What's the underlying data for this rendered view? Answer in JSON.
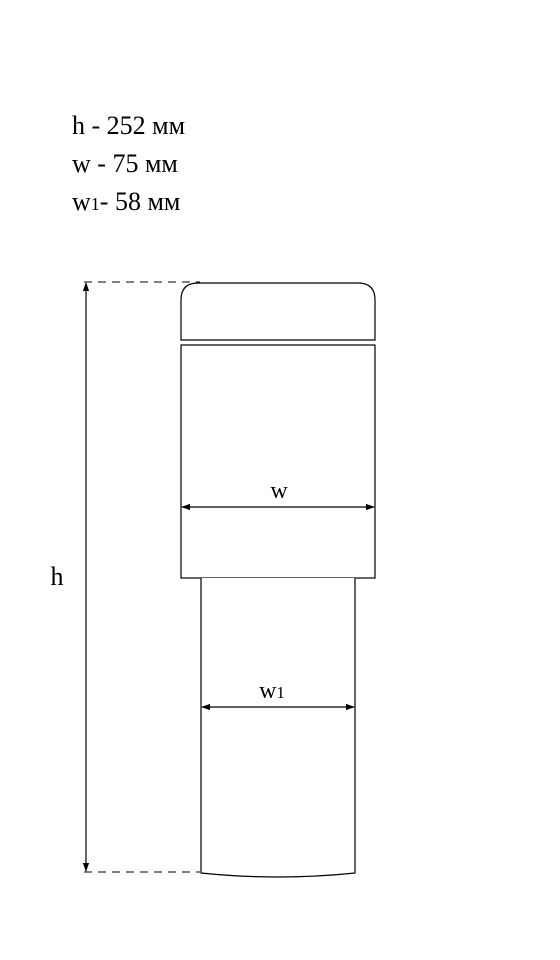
{
  "legend": {
    "rows": [
      {
        "symbol": "h",
        "sub": "",
        "separator": " - ",
        "value": "252 мм"
      },
      {
        "symbol": "w",
        "sub": "",
        "separator": " - ",
        "value": "75 мм"
      },
      {
        "symbol": "w",
        "sub": "1",
        "separator": "- ",
        "value": "58 мм"
      }
    ]
  },
  "labels": {
    "height_symbol": "h",
    "width_symbol": "w",
    "inner_width_symbol": "w",
    "inner_width_sub": "1"
  }
}
